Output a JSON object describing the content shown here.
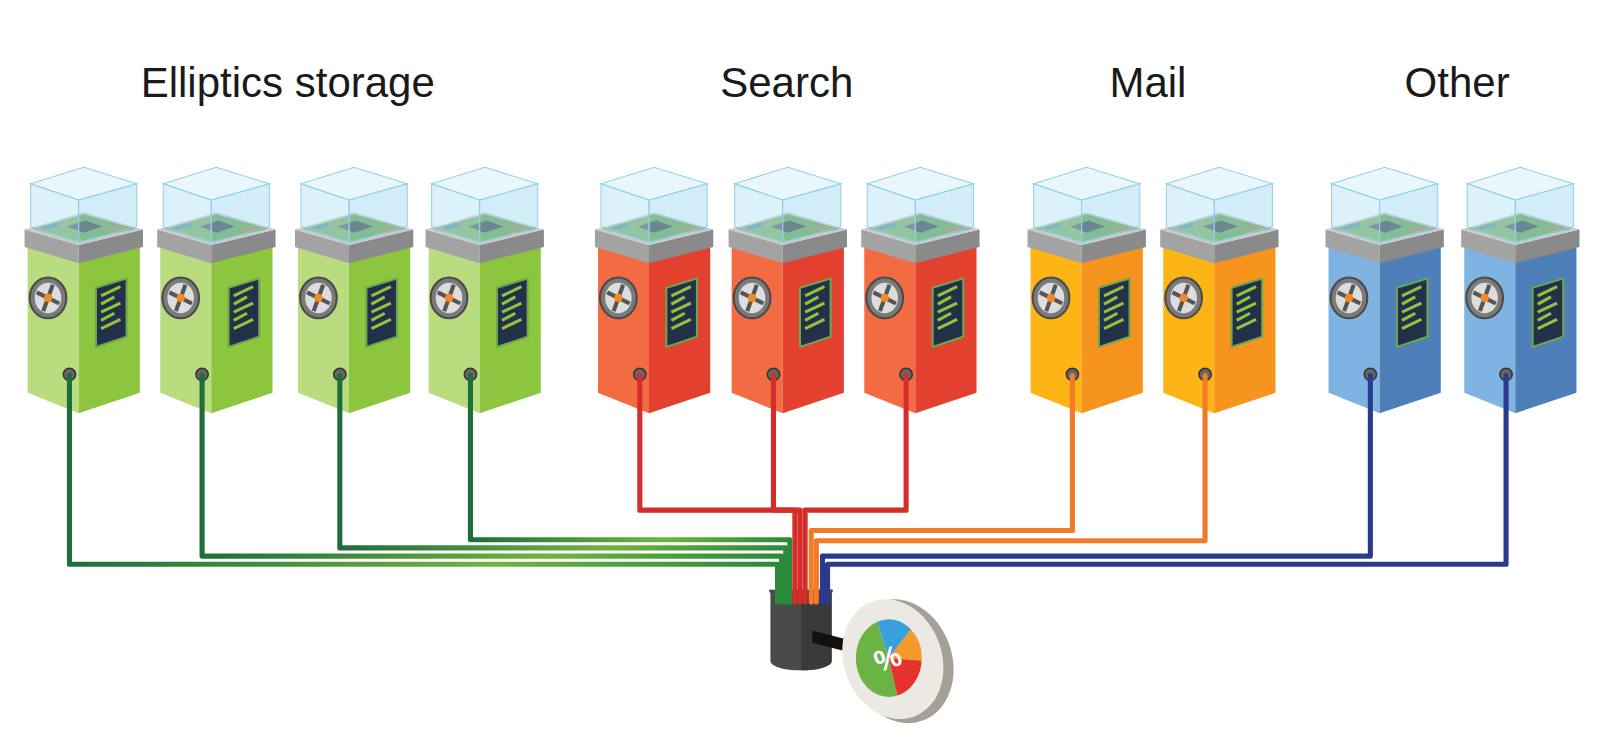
{
  "diagram": {
    "labels": [
      "Elliptics storage",
      "Search",
      "Mail",
      "Other",
      "%"
    ]
  }
}
